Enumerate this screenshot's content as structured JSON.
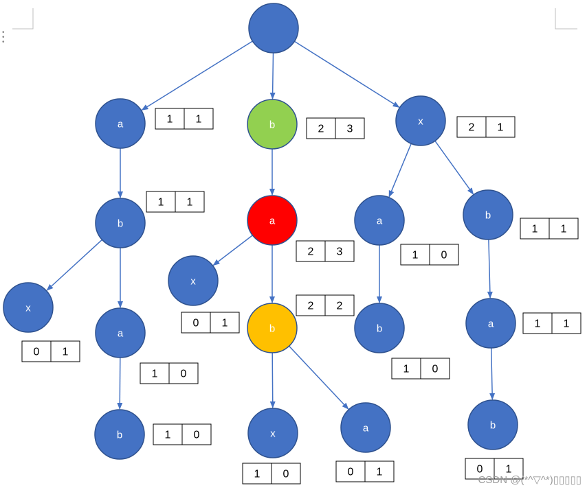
{
  "colors": {
    "node_default": "#4472C4",
    "node_stroke": "#2F528F",
    "edge": "#4472C4",
    "node_green": "#92D050",
    "node_red": "#FF0000",
    "node_yellow": "#FFC000"
  },
  "watermark": "CSDN @(*^▽^*)▯▯▯▯▯",
  "nodes": [
    {
      "id": "root",
      "label": "",
      "color": "node_default"
    },
    {
      "id": "a1",
      "label": "a",
      "color": "node_default",
      "counts": [
        "1",
        "1"
      ]
    },
    {
      "id": "b1",
      "label": "b",
      "color": "node_green",
      "counts": [
        "2",
        "3"
      ]
    },
    {
      "id": "x1",
      "label": "x",
      "color": "node_default",
      "counts": [
        "2",
        "1"
      ]
    },
    {
      "id": "a1b",
      "label": "b",
      "color": "node_default",
      "counts": [
        "1",
        "1"
      ]
    },
    {
      "id": "a1bx",
      "label": "x",
      "color": "node_default",
      "counts": [
        "0",
        "1"
      ]
    },
    {
      "id": "a1ba",
      "label": "a",
      "color": "node_default",
      "counts": [
        "1",
        "0"
      ]
    },
    {
      "id": "a1bab",
      "label": "b",
      "color": "node_default",
      "counts": [
        "1",
        "0"
      ]
    },
    {
      "id": "b1a",
      "label": "a",
      "color": "node_red",
      "counts": [
        "2",
        "3"
      ]
    },
    {
      "id": "b1ax",
      "label": "x",
      "color": "node_default",
      "counts": [
        "0",
        "1"
      ]
    },
    {
      "id": "b1ab",
      "label": "b",
      "color": "node_yellow",
      "counts": [
        "2",
        "2"
      ]
    },
    {
      "id": "b1abx",
      "label": "x",
      "color": "node_default",
      "counts": [
        "1",
        "0"
      ]
    },
    {
      "id": "b1aba",
      "label": "a",
      "color": "node_default",
      "counts": [
        "0",
        "1"
      ]
    },
    {
      "id": "x1a",
      "label": "a",
      "color": "node_default",
      "counts": [
        "1",
        "0"
      ]
    },
    {
      "id": "x1ab",
      "label": "b",
      "color": "node_default",
      "counts": [
        "1",
        "0"
      ]
    },
    {
      "id": "x1b",
      "label": "b",
      "color": "node_default",
      "counts": [
        "1",
        "1"
      ]
    },
    {
      "id": "x1ba",
      "label": "a",
      "color": "node_default",
      "counts": [
        "1",
        "1"
      ]
    },
    {
      "id": "x1bab",
      "label": "b",
      "color": "node_default",
      "counts": [
        "0",
        "1"
      ]
    }
  ],
  "edges": [
    [
      "root",
      "a1"
    ],
    [
      "root",
      "b1"
    ],
    [
      "root",
      "x1"
    ],
    [
      "a1",
      "a1b"
    ],
    [
      "a1b",
      "a1bx"
    ],
    [
      "a1b",
      "a1ba"
    ],
    [
      "a1ba",
      "a1bab"
    ],
    [
      "b1",
      "b1a"
    ],
    [
      "b1a",
      "b1ax"
    ],
    [
      "b1a",
      "b1ab"
    ],
    [
      "b1ab",
      "b1abx"
    ],
    [
      "b1ab",
      "b1aba"
    ],
    [
      "x1",
      "x1a"
    ],
    [
      "x1a",
      "x1ab"
    ],
    [
      "x1",
      "x1b"
    ],
    [
      "x1b",
      "x1ba"
    ],
    [
      "x1ba",
      "x1bab"
    ]
  ]
}
